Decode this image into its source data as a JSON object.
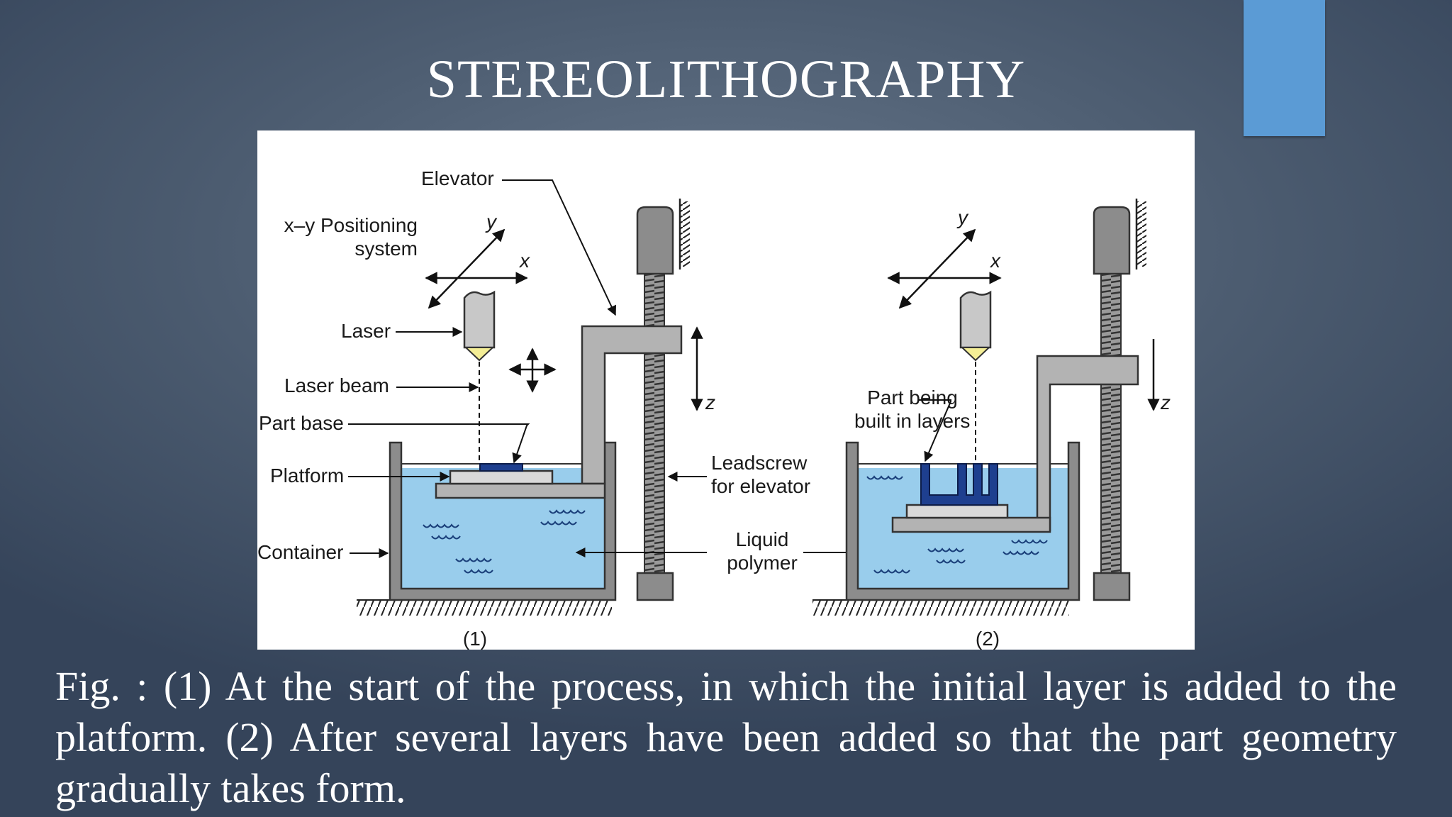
{
  "slide": {
    "title": "STEREOLITHOGRAPHY",
    "caption": "Fig. : (1) At the start of the process, in which the initial layer is added to the platform. (2) After several layers have been added so that the part geometry gradually takes form."
  },
  "diagram": {
    "labels": {
      "elevator": "Elevator",
      "xy_positioning_1": "x–y Positioning",
      "xy_positioning_2": "system",
      "laser": "Laser",
      "laser_beam": "Laser beam",
      "part_base": "Part base",
      "platform": "Platform",
      "container": "Container",
      "leadscrew_1": "Leadscrew",
      "leadscrew_2": "for elevator",
      "liquid_1": "Liquid",
      "liquid_2": "polymer",
      "part_being_1": "Part being",
      "part_being_2": "built in layers",
      "axis_x": "x",
      "axis_y": "y",
      "axis_z": "z",
      "panel_1": "(1)",
      "panel_2": "(2)"
    },
    "colors": {
      "liquid": "#99cdec",
      "metal": "#b3b3b3",
      "dark_metal": "#8c8c8c",
      "part": "#1e3f8f",
      "laser_tip": "#f4ee96"
    }
  },
  "theme": {
    "accent": "#5b9bd5",
    "background": "#4f5f73",
    "text": "#ffffff"
  }
}
